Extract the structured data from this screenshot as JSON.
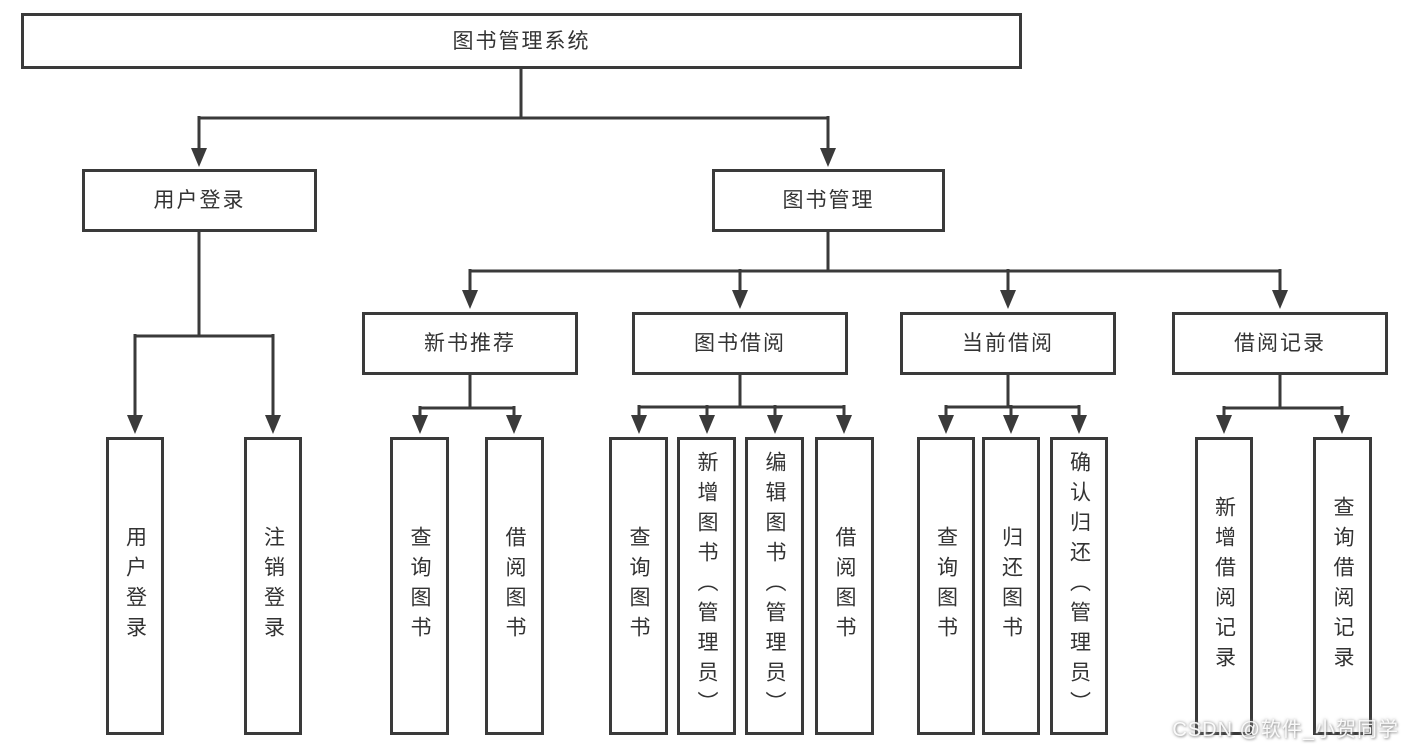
{
  "tree": {
    "label": "图书管理系统",
    "children": [
      {
        "label": "用户登录",
        "children": [
          {
            "label": "用户登录"
          },
          {
            "label": "注销登录"
          }
        ]
      },
      {
        "label": "图书管理",
        "children": [
          {
            "label": "新书推荐",
            "children": [
              {
                "label": "查询图书"
              },
              {
                "label": "借阅图书"
              }
            ]
          },
          {
            "label": "图书借阅",
            "children": [
              {
                "label": "查询图书"
              },
              {
                "label": "新增图书（管理员）"
              },
              {
                "label": "编辑图书（管理员）"
              },
              {
                "label": "借阅图书"
              }
            ]
          },
          {
            "label": "当前借阅",
            "children": [
              {
                "label": "查询图书"
              },
              {
                "label": "归还图书"
              },
              {
                "label": "确认归还（管理员）"
              }
            ]
          },
          {
            "label": "借阅记录",
            "children": [
              {
                "label": "新增借阅记录"
              },
              {
                "label": "查询借阅记录"
              }
            ]
          }
        ]
      }
    ]
  },
  "watermark": {
    "text": "CSDN @软件_小贺同学"
  },
  "colors": {
    "line": "#3a3a3a",
    "text": "#333333",
    "background": "#ffffff",
    "watermark": "#fdfdfd"
  }
}
